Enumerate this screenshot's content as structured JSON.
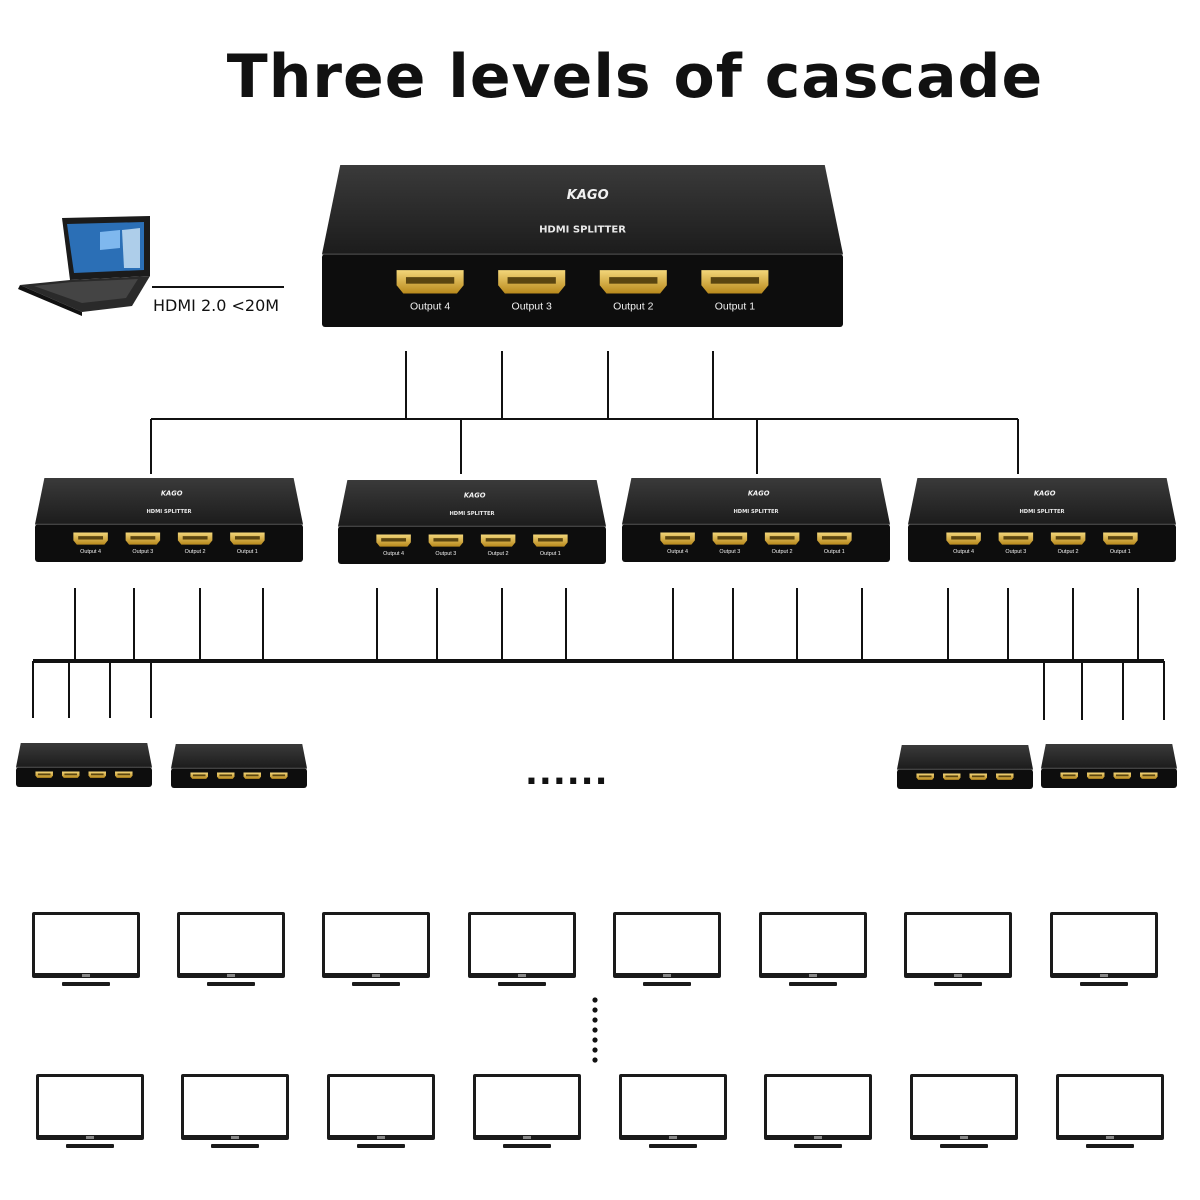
{
  "title": "Three levels of cascade",
  "cable_label": "HDMI 2.0 <20M",
  "brand": "KAGO",
  "product": "HDMI SPLITTER",
  "outputs": [
    "Output 4",
    "Output 3",
    "Output 2",
    "Output 1"
  ],
  "ellipsis": "......",
  "colors": {
    "device_body": "#222222",
    "device_front": "#0d0d0d",
    "port_gold": "#d9b13a",
    "line": "#111111"
  },
  "icons": {
    "source": "laptop-icon",
    "sink": "monitor-icon"
  }
}
